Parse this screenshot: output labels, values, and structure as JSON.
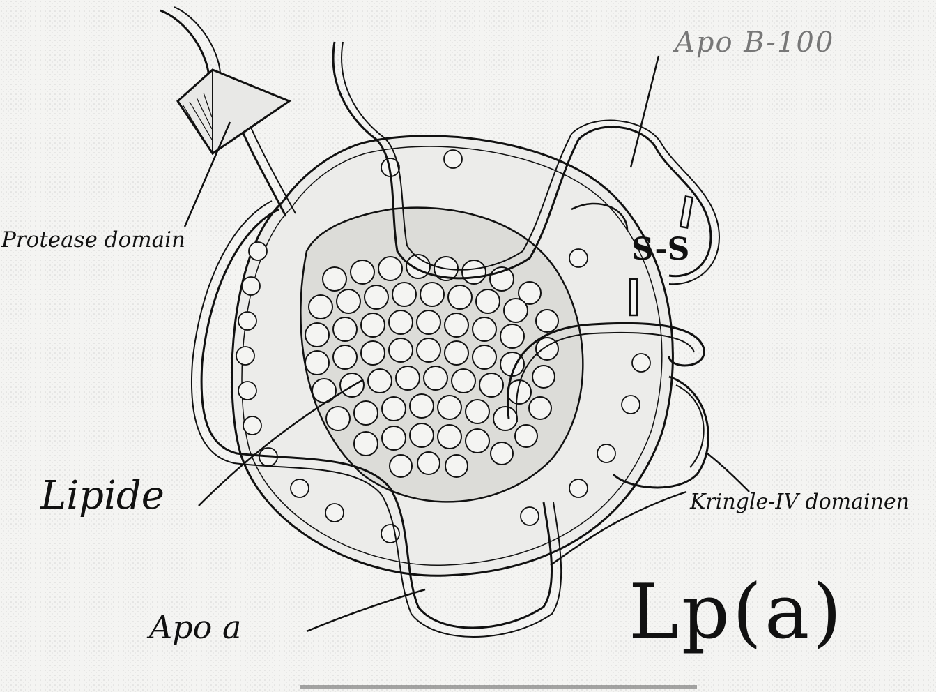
{
  "labels": {
    "protease": "Protease domain",
    "apo_b": "Apo B-100",
    "disulfide": "S-S",
    "lipide": "Lipide",
    "kringle": "Kringle-IV domainen",
    "apo_a": "Apo a",
    "title": "Lp(a)"
  },
  "colors": {
    "ink": "#111111",
    "paper": "#f4f4f2",
    "faded_ink": "#777777"
  }
}
